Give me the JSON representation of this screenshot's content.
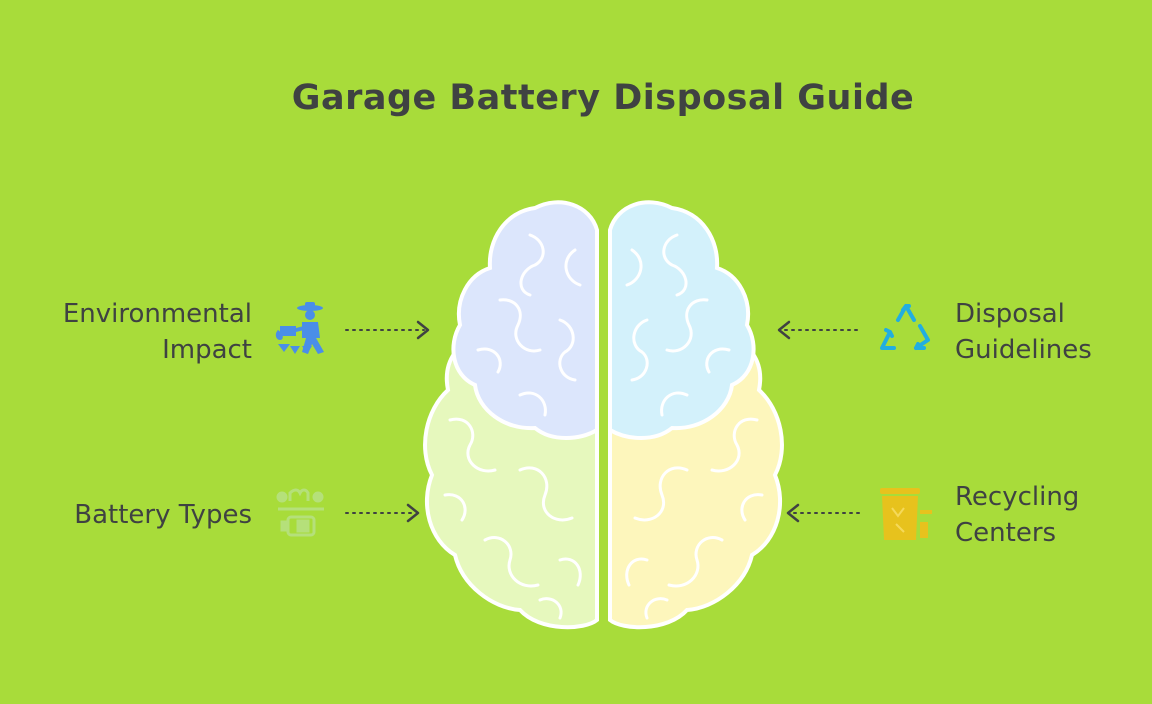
{
  "title": "Garage Battery Disposal Guide",
  "items": [
    {
      "label_lines": [
        "Environmental",
        "Impact"
      ],
      "icon": "farmer-watering-icon",
      "color": "#4a8ee8",
      "side": "left"
    },
    {
      "label_lines": [
        "Battery Types"
      ],
      "icon": "battery-icon",
      "color": "#b5e07a",
      "side": "left"
    },
    {
      "label_lines": [
        "Disposal",
        "Guidelines"
      ],
      "icon": "recycle-icon",
      "color": "#22aee0",
      "side": "right"
    },
    {
      "label_lines": [
        "Recycling",
        "Centers"
      ],
      "icon": "recycling-bin-icon",
      "color": "#e7c21d",
      "side": "right"
    }
  ],
  "colors": {
    "background": "#a8dc3a",
    "brain_top_left": "#dce6fc",
    "brain_top_right": "#d3f1fb",
    "brain_bottom_left": "#e6f8bd",
    "brain_bottom_right": "#fdf6bc",
    "text": "#3f4242"
  }
}
